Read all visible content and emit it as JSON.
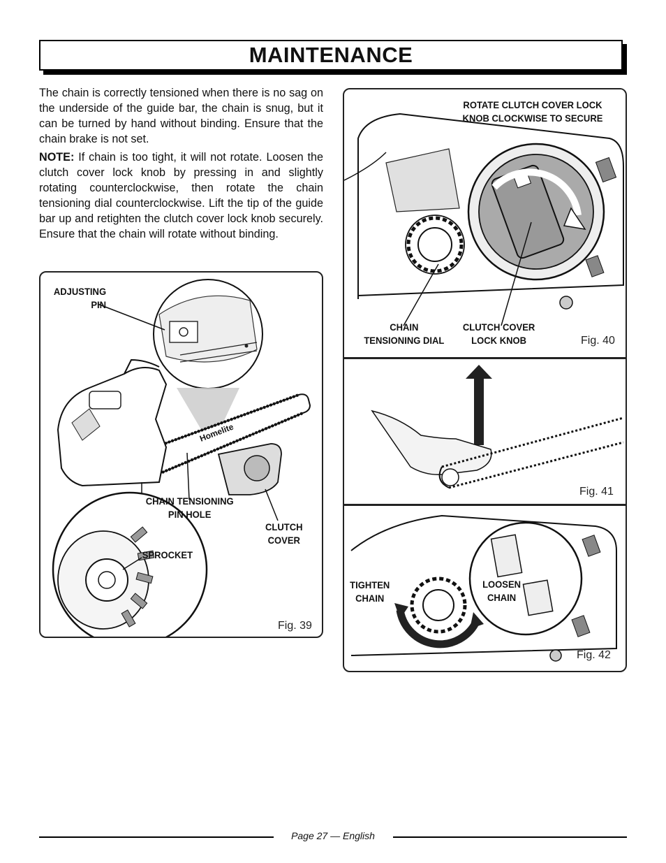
{
  "header": {
    "title": "MAINTENANCE"
  },
  "body": {
    "para1": "The chain is correctly tensioned when there is no sag on the underside of the guide bar, the chain is snug, but it can be turned by hand without binding. Ensure that the chain brake is not set.",
    "note_label": "NOTE:",
    "note_text": " If chain is too tight, it will not rotate. Loosen the clutch cover lock knob by pressing in and slightly rotating counterclockwise, then rotate the chain tensioning dial counterclockwise. Lift the tip of the guide bar up and retighten the clutch cover lock knob securely. Ensure that the chain will rotate without binding."
  },
  "fig39": {
    "label": "Fig. 39",
    "callouts": {
      "adjusting_pin_1": "ADJUSTING",
      "adjusting_pin_2": "PIN",
      "tension_hole_1": "CHAIN TENSIONING",
      "tension_hole_2": "PIN HOLE",
      "clutch_cover_1": "CLUTCH",
      "clutch_cover_2": "COVER",
      "sprocket": "SPROCKET"
    }
  },
  "fig40": {
    "label": "Fig. 40",
    "callouts": {
      "rotate_1": "ROTATE CLUTCH COVER LOCK",
      "rotate_2": "KNOB CLOCKWISE TO SECURE",
      "dial_1": "CHAIN",
      "dial_2": "TENSIONING DIAL",
      "knob_1": "CLUTCH COVER",
      "knob_2": "LOCK KNOB"
    }
  },
  "fig41": {
    "label": "Fig. 41"
  },
  "fig42": {
    "label": "Fig. 42",
    "callouts": {
      "tighten_1": "TIGHTEN",
      "tighten_2": "CHAIN",
      "loosen_1": "LOOSEN",
      "loosen_2": "CHAIN"
    }
  },
  "footer": {
    "text": "Page 27  — English"
  }
}
